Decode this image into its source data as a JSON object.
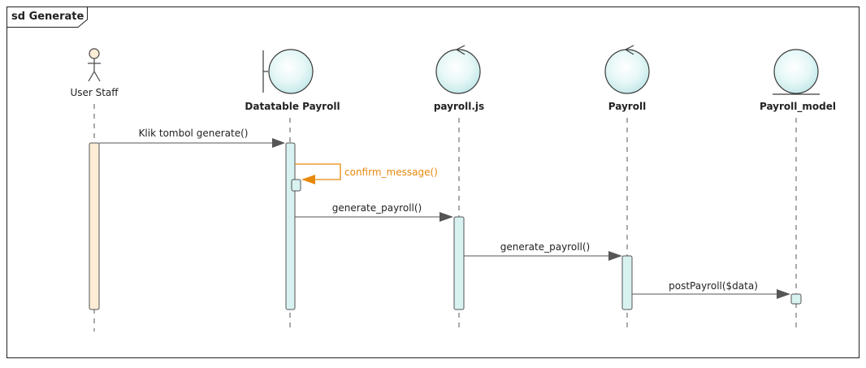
{
  "frame": {
    "title": "sd Generate"
  },
  "participants": [
    {
      "id": "user",
      "name": "User Staff",
      "kind": "actor"
    },
    {
      "id": "dt",
      "name": "Datatable Payroll",
      "kind": "boundary"
    },
    {
      "id": "js",
      "name": "payroll.js",
      "kind": "control"
    },
    {
      "id": "pr",
      "name": "Payroll",
      "kind": "control"
    },
    {
      "id": "pm",
      "name": "Payroll_model",
      "kind": "entity"
    }
  ],
  "messages": [
    {
      "from": "user",
      "to": "dt",
      "label": "Klik tombol generate()"
    },
    {
      "from": "dt",
      "to": "dt",
      "label": "confirm_message()",
      "self": true
    },
    {
      "from": "dt",
      "to": "js",
      "label": "generate_payroll()"
    },
    {
      "from": "js",
      "to": "pr",
      "label": "generate_payroll()"
    },
    {
      "from": "pr",
      "to": "pm",
      "label": "postPayroll($data)"
    }
  ],
  "colors": {
    "frame_border": "#222222",
    "lifeline": "#555555",
    "actor_fill": "#fdecd6",
    "object_fill": "#d8f1f1",
    "object_stroke": "#3a3a3a",
    "message": "#555555",
    "self_message": "#e8890c",
    "self_label": "#e8890c"
  }
}
